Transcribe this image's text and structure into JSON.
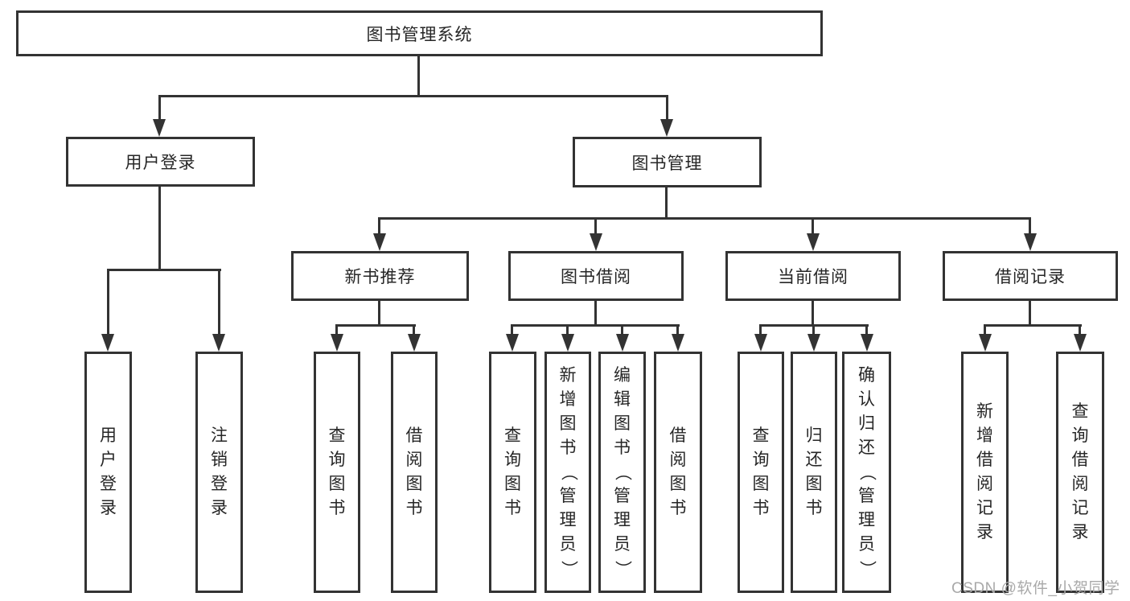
{
  "colors": {
    "line": "#333333",
    "text": "#262626",
    "bg": "#ffffff",
    "watermark": "#a9a9a9"
  },
  "watermark": {
    "text": "CSDN @软件_小贺同学"
  },
  "tree": {
    "root": "图书管理系统",
    "children": [
      {
        "label": "用户登录",
        "children": [
          "用户登录",
          "注销登录"
        ]
      },
      {
        "label": "图书管理",
        "children": [
          {
            "label": "新书推荐",
            "children": [
              "查询图书",
              "借阅图书"
            ]
          },
          {
            "label": "图书借阅",
            "children": [
              "查询图书",
              "新增图书（管理员）",
              "编辑图书（管理员）",
              "借阅图书"
            ]
          },
          {
            "label": "当前借阅",
            "children": [
              "查询图书",
              "归还图书",
              "确认归还（管理员）"
            ]
          },
          {
            "label": "借阅记录",
            "children": [
              "新增借阅记录",
              "查询借阅记录"
            ]
          }
        ]
      }
    ]
  }
}
